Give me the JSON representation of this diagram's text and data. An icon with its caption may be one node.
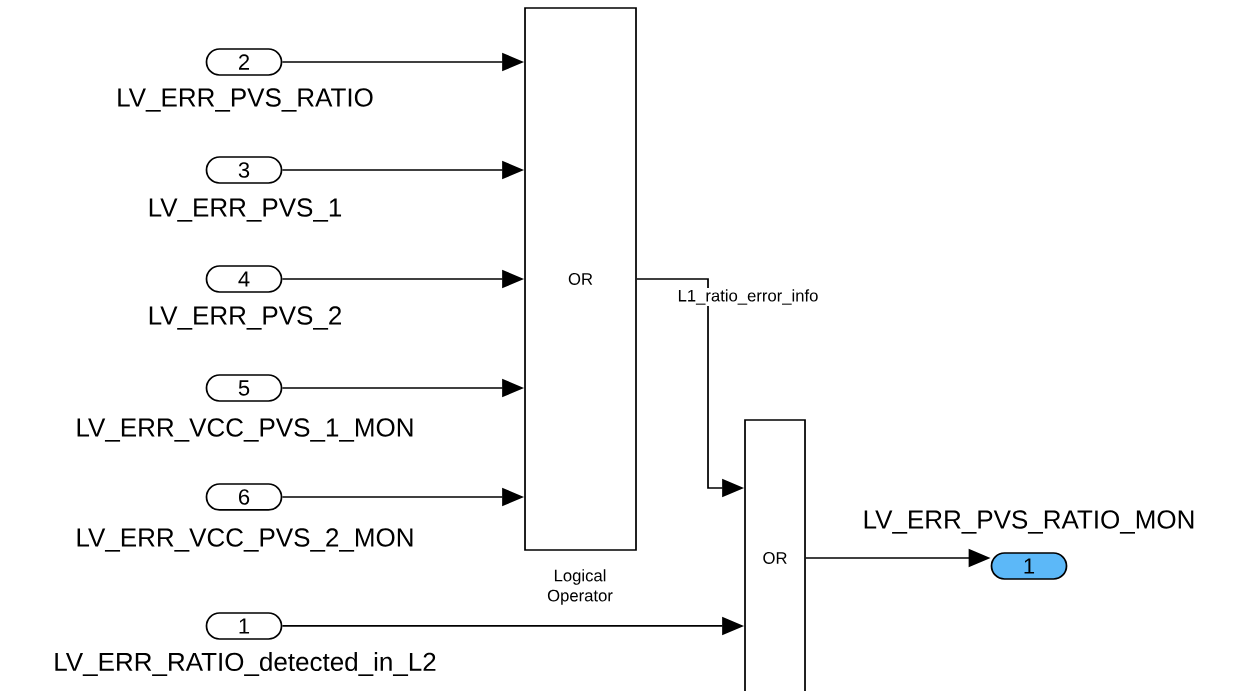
{
  "diagram": {
    "nodes": [
      {
        "text": [
          "2"
        ],
        "beside": [
          "LV_ERR_PVS_RATIO"
        ]
      },
      {
        "text": [
          "3"
        ],
        "beside": [
          "LV_ERR_PVS_1"
        ]
      },
      {
        "text": [
          "4"
        ],
        "beside": [
          "LV_ERR_PVS_2"
        ]
      },
      {
        "text": [
          "5"
        ],
        "beside": [
          "LV_ERR_VCC_PVS_1_MON"
        ]
      },
      {
        "text": [
          "6"
        ],
        "beside": [
          "LV_ERR_VCC_PVS_2_MON"
        ]
      },
      {
        "text": [
          "1"
        ],
        "beside": [
          "LV_ERR_RATIO_detected_in_L2"
        ]
      },
      {
        "text": [
          "OR"
        ],
        "beside": [
          "Logical Operator"
        ]
      },
      {
        "text": [
          "OR"
        ]
      },
      {
        "text": [
          "1"
        ],
        "beside": [
          "LV_ERR_PVS_RATIO_MON"
        ]
      }
    ],
    "edges": [
      {
        "from": 0,
        "to": 6,
        "arrow": "to"
      },
      {
        "from": 1,
        "to": 6,
        "arrow": "to"
      },
      {
        "from": 2,
        "to": 6,
        "arrow": "to"
      },
      {
        "from": 3,
        "to": 6,
        "arrow": "to"
      },
      {
        "from": 4,
        "to": 6,
        "arrow": "to"
      },
      {
        "from": 6,
        "to": 7,
        "arrow": "to",
        "label": "L1_ratio_error_info"
      },
      {
        "from": 5,
        "to": 7,
        "arrow": "to"
      },
      {
        "from": 7,
        "to": 8,
        "arrow": "to"
      }
    ]
  }
}
